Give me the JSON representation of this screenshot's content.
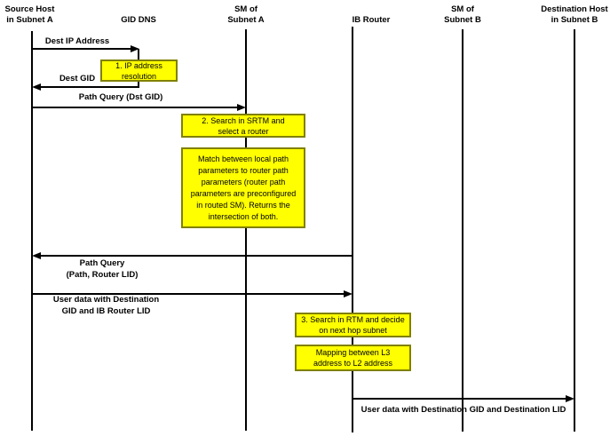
{
  "colors": {
    "background": "#FFFFFF",
    "line": "#000000",
    "note_fill": "#FFFF00",
    "note_border": "#808000",
    "text": "#000000"
  },
  "lifelines": [
    {
      "id": "source-host-subnet-a",
      "label_lines": [
        "Source Host",
        "in Subnet A"
      ]
    },
    {
      "id": "gid-dns",
      "label_lines": [
        "GID DNS"
      ]
    },
    {
      "id": "sm-subnet-a",
      "label_lines": [
        "SM of",
        "Subnet A"
      ]
    },
    {
      "id": "ib-router",
      "label_lines": [
        "IB Router"
      ]
    },
    {
      "id": "sm-subnet-b",
      "label_lines": [
        "SM of",
        "Subnet B"
      ]
    },
    {
      "id": "destination-host-subnet-b",
      "label_lines": [
        "Destination Host",
        "in Subnet B"
      ]
    }
  ],
  "messages": [
    {
      "id": "dest-ip-address",
      "from": "source-host-subnet-a",
      "to": "gid-dns",
      "direction": "right",
      "label_lines": [
        "Dest IP Address"
      ]
    },
    {
      "id": "dest-gid",
      "from": "gid-dns",
      "to": "source-host-subnet-a",
      "direction": "left",
      "label_lines": [
        "Dest GID"
      ]
    },
    {
      "id": "path-query-dst-gid",
      "from": "source-host-subnet-a",
      "to": "sm-subnet-a",
      "direction": "right",
      "label_lines": [
        "Path Query (Dst GID)"
      ]
    },
    {
      "id": "path-query-path-router-lid",
      "from": "ib-router",
      "to": "source-host-subnet-a",
      "direction": "left",
      "label_lines": [
        "Path Query",
        "(Path, Router LID)"
      ]
    },
    {
      "id": "user-data-destination-gid-ib-router-lid",
      "from": "source-host-subnet-a",
      "to": "ib-router",
      "direction": "right",
      "label_lines": [
        "User data with Destination",
        "GID and IB Router LID"
      ]
    },
    {
      "id": "user-data-destination-gid-destination-lid",
      "from": "ib-router",
      "to": "destination-host-subnet-b",
      "direction": "right",
      "label_lines": [
        "User data with Destination GID and Destination LID"
      ]
    }
  ],
  "notes": [
    {
      "id": "ip-address-resolution",
      "lines": [
        "1. IP address",
        "resolution"
      ]
    },
    {
      "id": "search-srtm",
      "lines": [
        "2. Search in SRTM and",
        "select a router"
      ]
    },
    {
      "id": "match-path-parameters",
      "lines": [
        "Match between local path",
        "parameters to router path",
        "parameters (router path",
        "parameters are preconfigured",
        "in routed SM). Returns the",
        "intersection of both."
      ]
    },
    {
      "id": "search-rtm",
      "lines": [
        "3. Search in RTM and decide",
        "on next hop  subnet"
      ]
    },
    {
      "id": "mapping-l3-l2",
      "lines": [
        "Mapping between L3",
        "address to L2 address"
      ]
    }
  ]
}
